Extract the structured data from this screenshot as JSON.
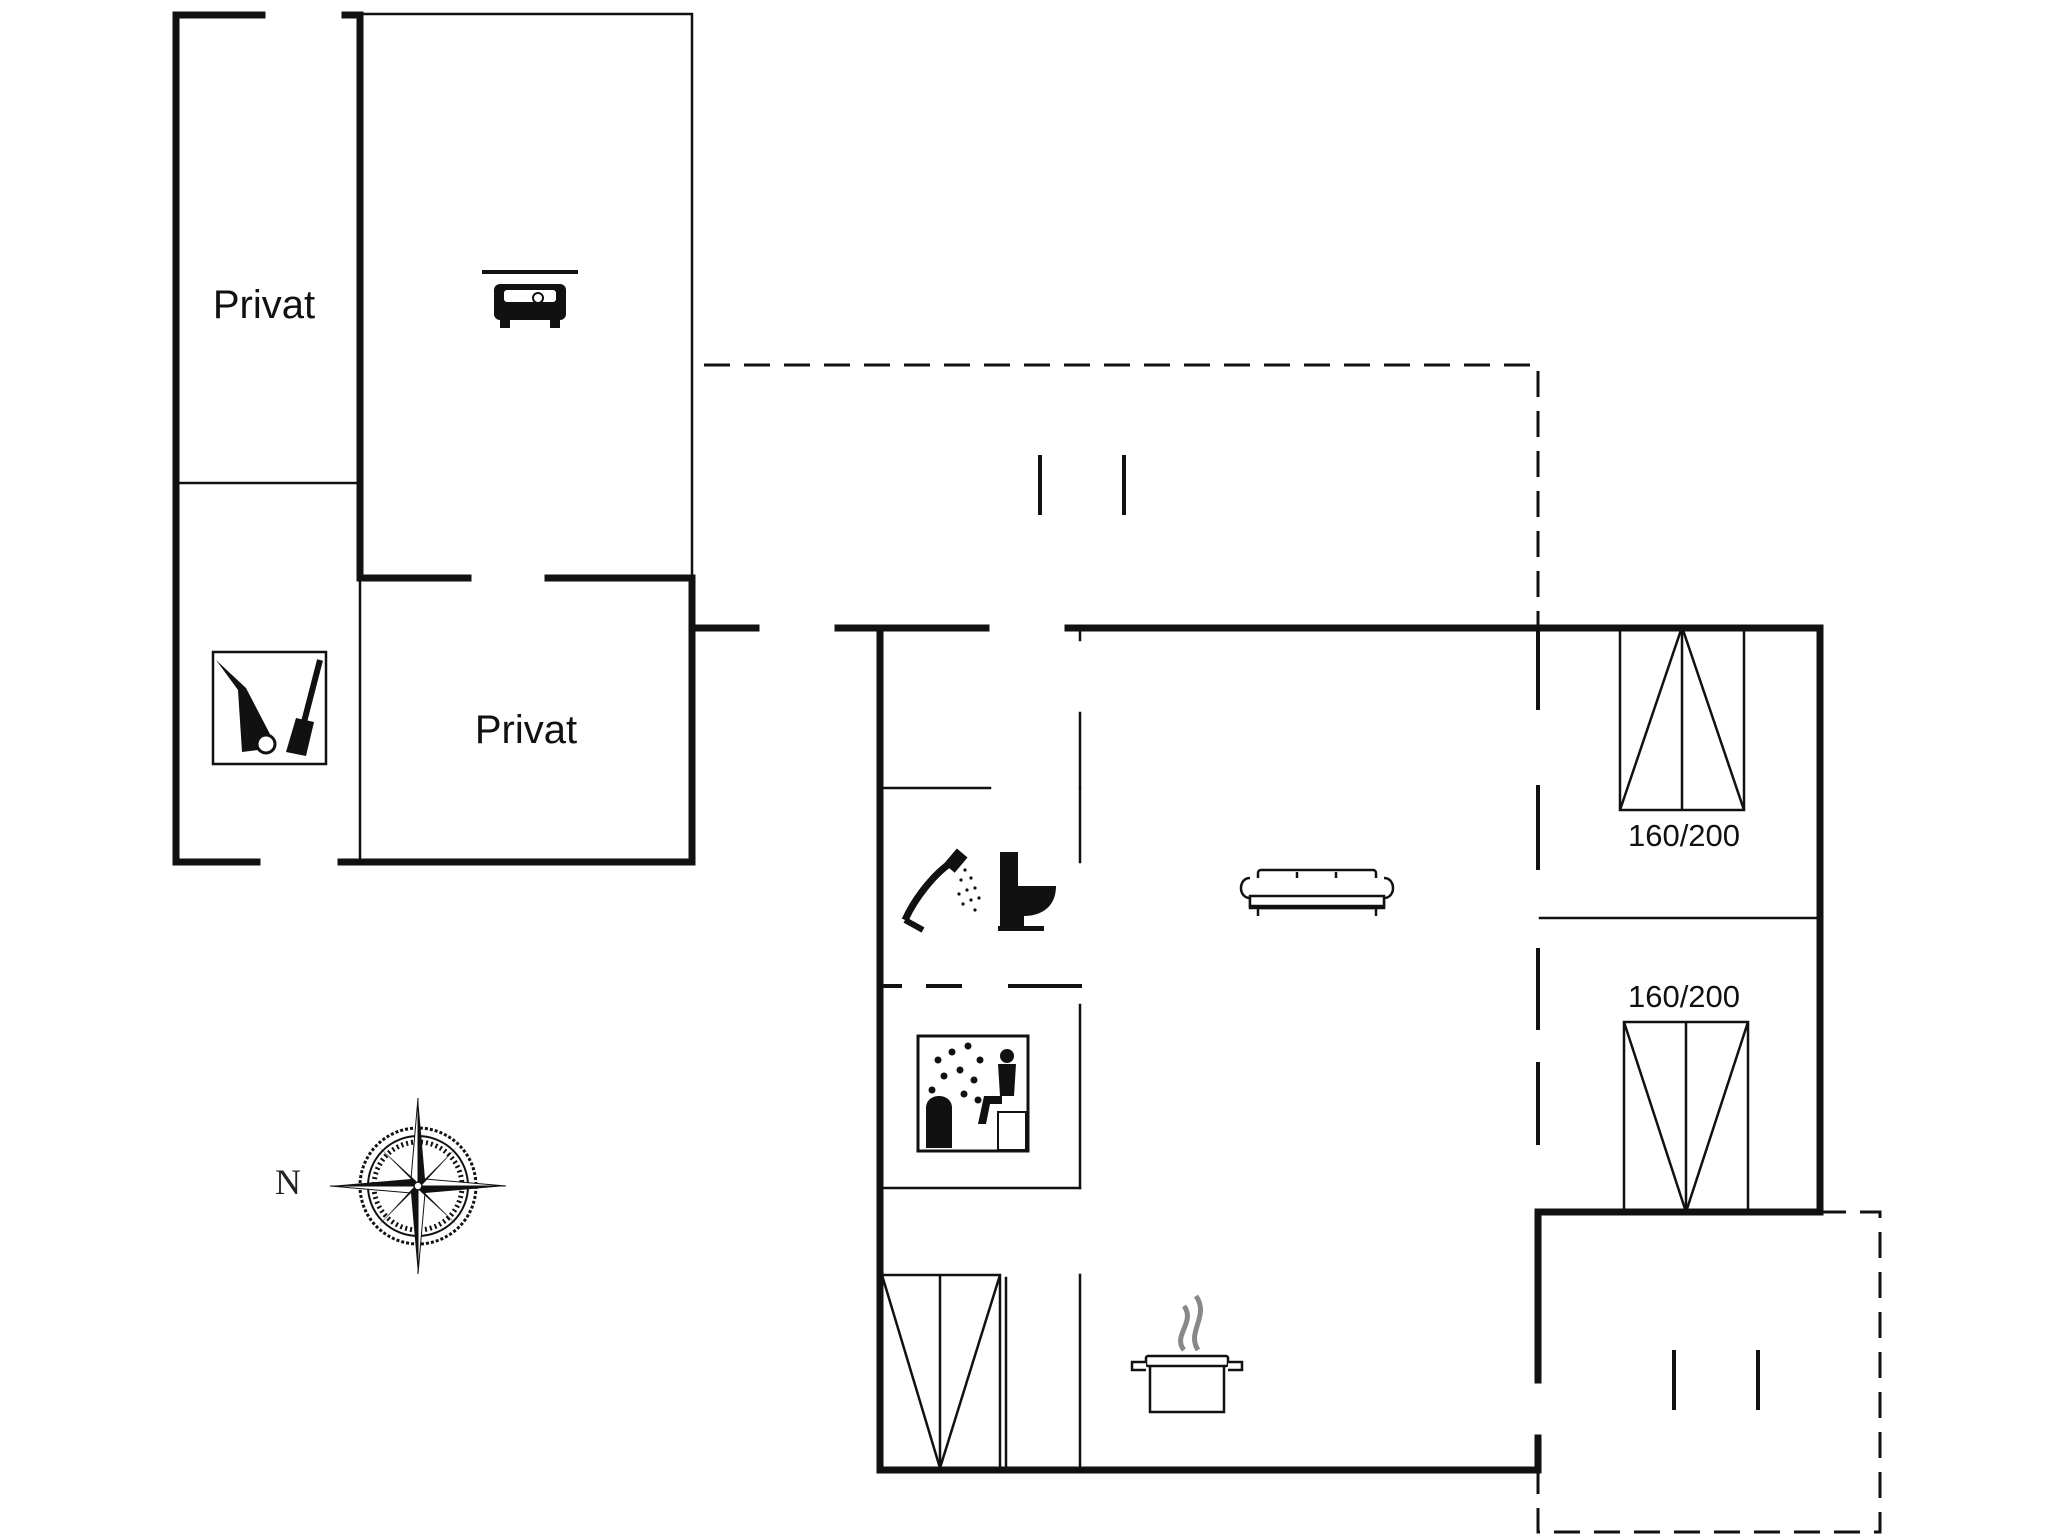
{
  "labels": {
    "private_upper": "Privat",
    "private_lower": "Privat",
    "bed_upper": "160/200",
    "bed_lower": "160/200",
    "compass_north": "N"
  },
  "icons": [
    "garage-car-icon",
    "garden-tools-icon",
    "shower-icon",
    "toilet-icon",
    "sauna-icon",
    "sofa-icon",
    "cooking-pot-icon",
    "compass-rose-icon",
    "double-bed-icon"
  ],
  "colors": {
    "wall": "#111111",
    "background": "#ffffff"
  }
}
